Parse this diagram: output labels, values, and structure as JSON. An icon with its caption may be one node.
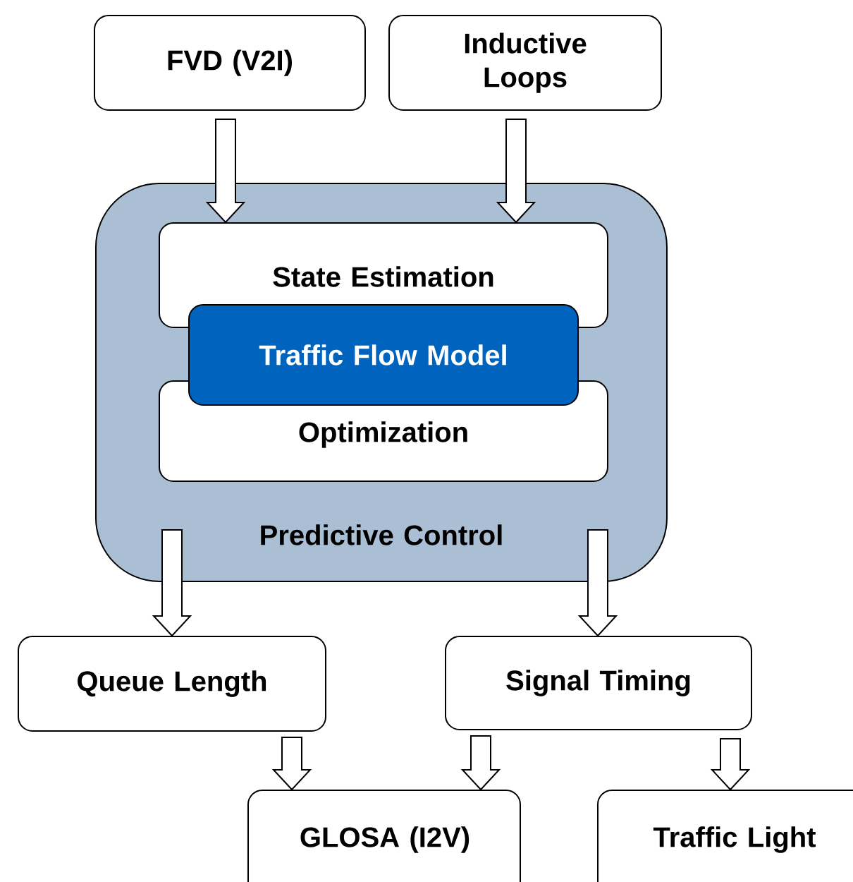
{
  "diagram": {
    "nodes": [
      {
        "text": [
          "FVD (V2I)"
        ]
      },
      {
        "text": [
          "Inductive Loops"
        ]
      },
      {
        "text": [
          "Predictive Control"
        ]
      },
      {
        "text": [
          "State Estimation"
        ],
        "in": 2
      },
      {
        "text": [
          "Traffic Flow Model"
        ],
        "in": 2
      },
      {
        "text": [
          "Optimization"
        ],
        "in": 2
      },
      {
        "text": [
          "Queue Length"
        ]
      },
      {
        "text": [
          "Signal Timing"
        ]
      },
      {
        "text": [
          "GLOSA (I2V)"
        ]
      },
      {
        "text": [
          "Traffic Light"
        ]
      }
    ],
    "edges": [
      {
        "from": 0,
        "to": 3,
        "arrow": "to"
      },
      {
        "from": 1,
        "to": 3,
        "arrow": "to"
      },
      {
        "from": 2,
        "to": 6,
        "arrow": "to"
      },
      {
        "from": 2,
        "to": 7,
        "arrow": "to"
      },
      {
        "from": 6,
        "to": 8,
        "arrow": "to"
      },
      {
        "from": 7,
        "to": 8,
        "arrow": "to"
      },
      {
        "from": 7,
        "to": 9,
        "arrow": "to"
      }
    ]
  }
}
